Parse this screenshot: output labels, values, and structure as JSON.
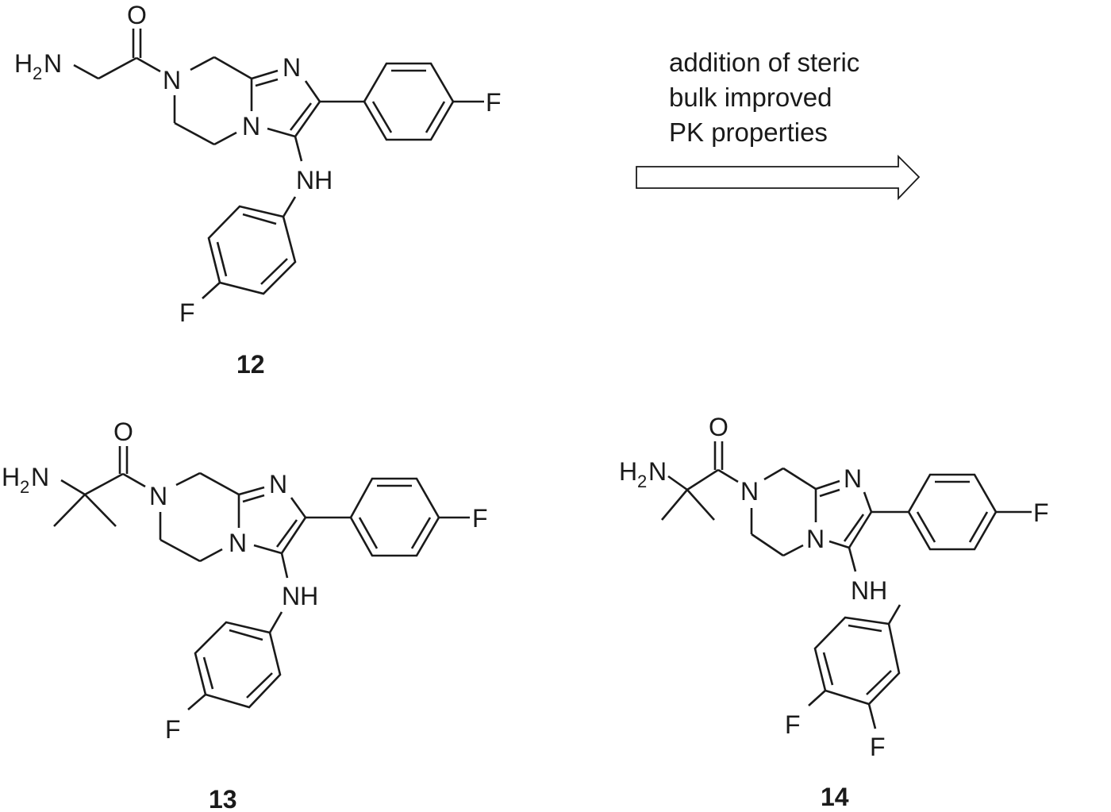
{
  "figure": {
    "background": "#ffffff",
    "ink_color": "#1a1a1a"
  },
  "reaction_arrow": {
    "caption_lines": [
      "addition of steric",
      "bulk improved",
      "PK properties"
    ],
    "style": "open-block-arrow",
    "direction": "right"
  },
  "compounds": [
    {
      "id": "12",
      "label": "12",
      "atoms": {
        "amine": "H2N",
        "amine_h": "H",
        "amine_sub": "2",
        "amine_n": "N",
        "carbonyl_o": "O",
        "amide_n": "N",
        "imidazole_n1": "N",
        "bridge_n": "N",
        "nh": "NH",
        "aryl_f": "F",
        "anilino_f": "F"
      },
      "description": "2-aminoacetyl tetrahydroimidazo[1,2-a]pyrazine with 4-fluorophenyl and 4-fluoroanilino substituents"
    },
    {
      "id": "13",
      "label": "13",
      "atoms": {
        "amine_h": "H",
        "amine_sub": "2",
        "amine_n": "N",
        "carbonyl_o": "O",
        "amide_n": "N",
        "imidazole_n1": "N",
        "bridge_n": "N",
        "nh": "NH",
        "aryl_f": "F",
        "anilino_f": "F"
      },
      "description": "gem-dimethyl (2-amino-2-methylpropanoyl) analog with 4-fluoroanilino"
    },
    {
      "id": "14",
      "label": "14",
      "atoms": {
        "amine_h": "H",
        "amine_sub": "2",
        "amine_n": "N",
        "carbonyl_o": "O",
        "amide_n": "N",
        "imidazole_n1": "N",
        "bridge_n": "N",
        "nh": "NH",
        "aryl_f": "F",
        "anilino_f1": "F",
        "anilino_f2": "F"
      },
      "description": "gem-dimethyl analog with 3,4-difluoroanilino"
    }
  ]
}
